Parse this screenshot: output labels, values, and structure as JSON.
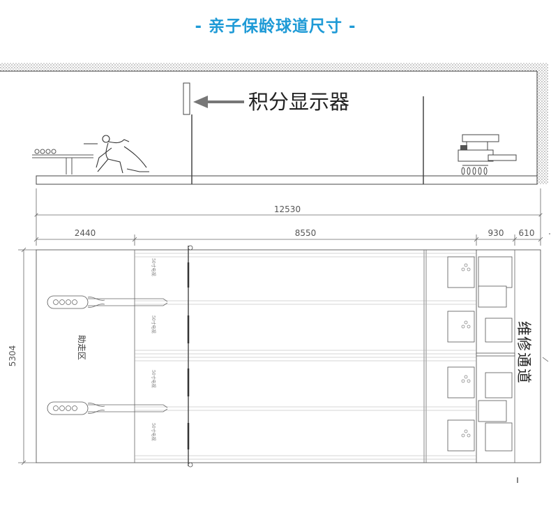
{
  "title": "- 亲子保龄球道尺寸 -",
  "labels": {
    "scoreboard": "积分显示器",
    "approach": "助走区",
    "maintenance": [
      "维",
      "修",
      "通",
      "道"
    ],
    "screen": "50寸电视"
  },
  "dimensions": {
    "total_length": "12530",
    "approach_length": "2440",
    "lane_length": "8550",
    "pinsetter_length": "930",
    "passage_length": "610",
    "width": "5304"
  },
  "colors": {
    "title": "#1e9ad6",
    "line": "#555555",
    "arrow": "#777777"
  }
}
